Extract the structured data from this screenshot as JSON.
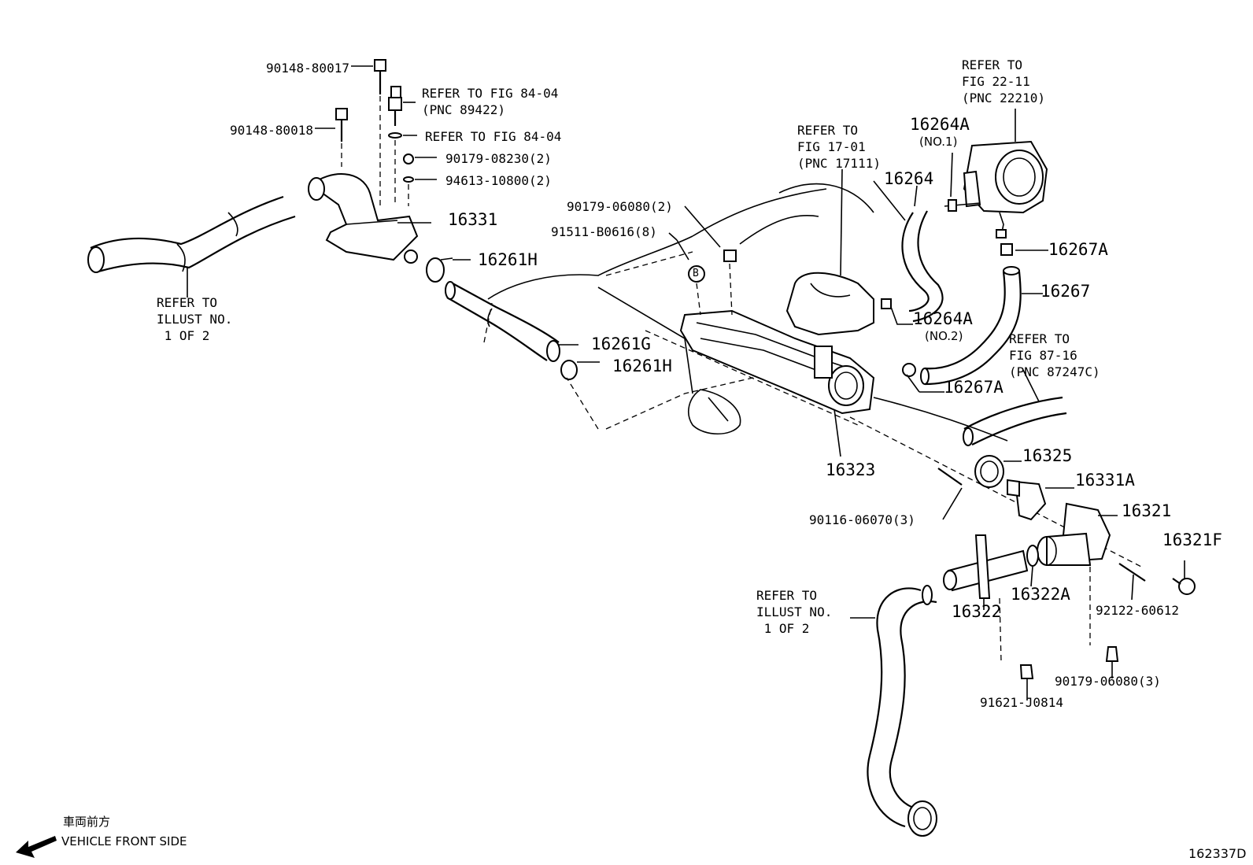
{
  "labels": {
    "p90148_80017": "90148-80017",
    "p90148_80018": "90148-80018",
    "refer_84_04_a": "REFER TO FIG 84-04\n(PNC 89422)",
    "refer_84_04_b": "REFER TO FIG 84-04",
    "p90179_08230": "90179-08230(2)",
    "p94613_10800": "94613-10800(2)",
    "p16331": "16331",
    "p16261H_a": "16261H",
    "p16261G": "16261G",
    "p16261H_b": "16261H",
    "refer_illust_1": "REFER TO\nILLUST NO.\n 1 OF 2",
    "p90179_06080_2": "90179-06080(2)",
    "p91511_B0616": "91511-B0616(8)",
    "marker_b": "B",
    "refer_17_01": "REFER TO\nFIG 17-01\n(PNC 17111)",
    "refer_22_11": "REFER TO\nFIG 22-11\n(PNC 22210)",
    "p16264A_1": "16264A",
    "no1": "(NO.1)",
    "p16264": "16264",
    "p16267A_1": "16267A",
    "p16267": "16267",
    "p16264A_2": "16264A",
    "no2": "(NO.2)",
    "refer_87_16": "REFER TO\nFIG 87-16\n(PNC 87247C)",
    "p16267A_2": "16267A",
    "p16323": "16323",
    "p16325": "16325",
    "p16331A": "16331A",
    "p90116_06070": "90116-06070(3)",
    "p16321": "16321",
    "p16321F": "16321F",
    "p16322A": "16322A",
    "p16322": "16322",
    "p92122_60612": "92122-60612",
    "refer_illust_2": "REFER TO\nILLUST NO.\n 1 OF 2",
    "p90179_06080_3": "90179-06080(3)",
    "p91621_J0814": "91621-J0814",
    "front_jp": "車両前方",
    "front_en": "VEHICLE FRONT SIDE",
    "fig_id": "162337D"
  }
}
